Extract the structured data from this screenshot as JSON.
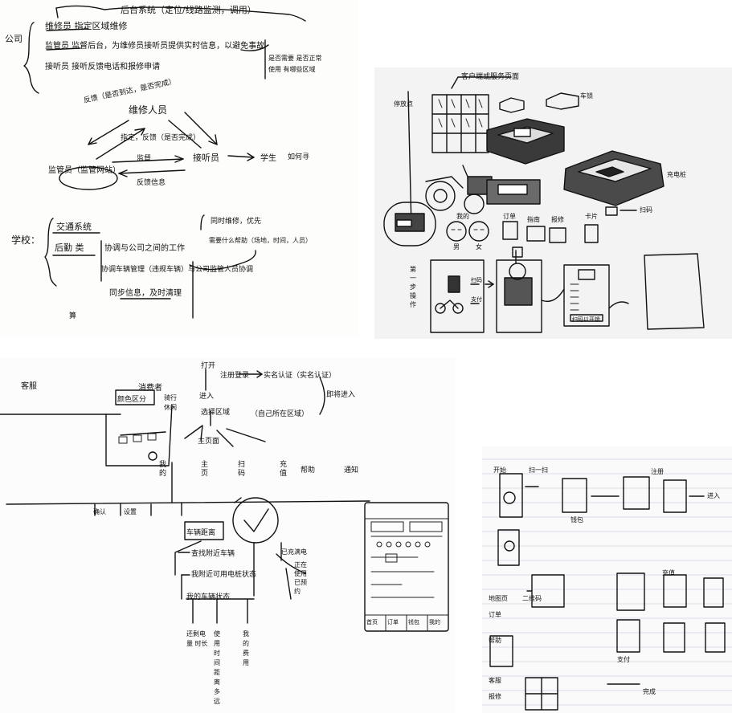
{
  "top_left": {
    "header": "后台系统（定位/线路监测，调用）",
    "company": "公司",
    "line1": "维修员 指定区域维修",
    "line2": "监管员 监督后台，为维修员接听员提供实时信息，以避免事故",
    "line3": "接听员 接听反馈电话和报修申请",
    "side_note": "是否需要 是否正常使用 有哪些区域",
    "repair_person": "维修人员",
    "feedback": "反馈（是否到达，是否完成）",
    "dispatch": "指定，反馈（是否完成）",
    "supervise": "监督",
    "feedback_info": "反馈信息",
    "supervisor": "监管员（监管网站）",
    "listener": "接听员",
    "student": "学生",
    "how": "如何寻",
    "school": "学校：",
    "traffic": "交通系统",
    "logistics": "后勤 类",
    "coord1": "协调与公司之间的工作",
    "coord2": "协调车辆管理（违规车辆）与公司监管人员协调",
    "sync": "同步信息，及时清理",
    "bubble1": "同时维修，优先",
    "bubble2": "需要什么帮助（场地，时间，人员）",
    "foot": "算"
  },
  "top_right": {
    "title": "客户端或服务页面",
    "label_rack": "停放点",
    "label_lock": "车锁",
    "label_station": "充电桩",
    "label_me": "我的",
    "label_male": "男",
    "label_female": "女",
    "label_order": "订单",
    "label_guide": "指南",
    "label_service": "报修",
    "label_side": "卡片",
    "label_unlock": "扫码",
    "label_steps": "第一步操作",
    "label_scan": "扫码",
    "label_pay": "支付",
    "label_unlock_btn": "扫码以开锁"
  },
  "bottom_left": {
    "client": "客服",
    "consumer": "消费者",
    "color": "颜色区分",
    "cycling": "骑行 休闲",
    "open": "打开",
    "register": "注册登录",
    "auth": "实名认证（实名认证）",
    "scan": "进入",
    "area": "选择区域",
    "current": "（自己所在区域）",
    "main_page": "主页面",
    "enter": "即将进入",
    "tab_my": "我的",
    "tab_home": "主页",
    "tab_scan": "扫码",
    "tab_wallet": "充值",
    "tab_help": "帮助",
    "tab_notice": "通知",
    "confirm": "确认",
    "setting": "设置",
    "parking_distance": "车辆距离",
    "nearby_vehicle": "查找附近车辆",
    "nearby_charge": "我附近可用电桩状态",
    "used": "已充满电",
    "no_parking": "正在使用已预约",
    "my_status": "我的车辆状态",
    "battery": "还剩电量 时长",
    "long_time": "使用时间 距离多远",
    "cost": "我的 费用",
    "phone_tabs": [
      "首页",
      "订单",
      "钱包",
      "我的"
    ]
  },
  "bottom_right": {
    "start": "开始",
    "scan": "扫一扫",
    "arrive": "注册",
    "enter": "进入",
    "wallet": "钱包",
    "map": "地图页",
    "qr": "二维码",
    "order": "订单",
    "recharge": "充值",
    "help": "帮助",
    "service": "客服",
    "repair": "报修",
    "pay": "支付",
    "complete": "完成"
  }
}
